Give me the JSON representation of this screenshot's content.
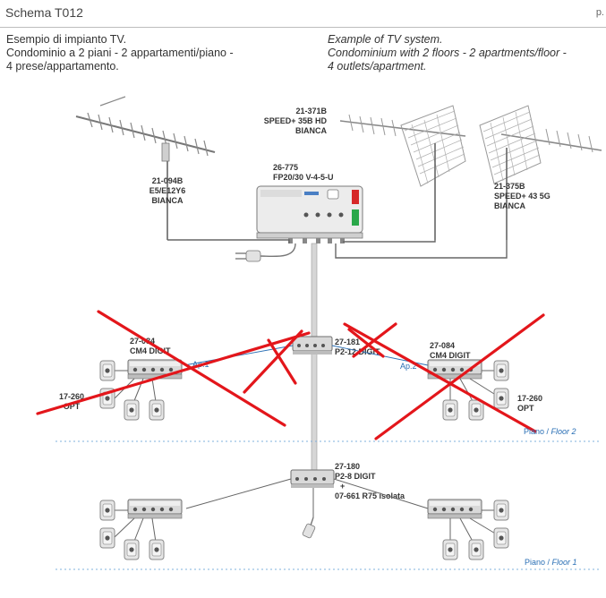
{
  "header": {
    "title": "Schema T012",
    "page": "p."
  },
  "description": {
    "it": [
      "Esempio di impianto TV.",
      "Condominio a 2 piani - 2 appartamenti/piano -",
      "4 prese/appartamento."
    ],
    "en": [
      "Example of TV system.",
      "Condominium with 2 floors - 2 apartments/floor -",
      "4 outlets/apartment."
    ]
  },
  "antennas": {
    "left": [
      "21-094B",
      "E5/E12Y6",
      "BIANCA"
    ],
    "mid": [
      "21-371B",
      "SPEED+ 35B HD",
      "BIANCA"
    ],
    "right": [
      "21-375B",
      "SPEED+ 43 5G",
      "BIANCA"
    ]
  },
  "amplifier": [
    "26-775",
    "FP20/30 V-4-5-U"
  ],
  "floor2": {
    "splitter": [
      "27-181",
      "P2-12 DIGIT"
    ],
    "left_module": [
      "27-084",
      "CM4 DIGIT"
    ],
    "right_module": [
      "27-084",
      "CM4 DIGIT"
    ],
    "ap1": "Ap.1",
    "ap2": "Ap.2",
    "outlet_left": [
      "17-260",
      "OPT"
    ],
    "outlet_right": [
      "17-260",
      "OPT"
    ],
    "label_it": "Piano / ",
    "label_en": "Floor 2"
  },
  "floor1": {
    "splitter": [
      "27-180",
      "P2-8 DIGIT",
      "+",
      "07-661 R75 isolata"
    ],
    "label_it": "Piano / ",
    "label_en": "Floor 1"
  },
  "colors": {
    "cross": "#e3161b",
    "link": "#2a6fb5",
    "cable": "#555555",
    "device": "#d9d9d9"
  }
}
